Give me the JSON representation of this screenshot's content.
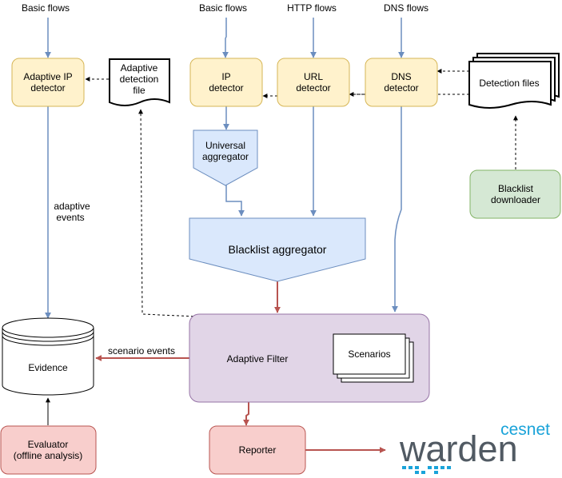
{
  "inputs": {
    "basic_flows_left": "Basic flows",
    "basic_flows": "Basic flows",
    "http_flows": "HTTP flows",
    "dns_flows": "DNS flows"
  },
  "nodes": {
    "adaptive_ip_detector": [
      "Adaptive IP",
      "detector"
    ],
    "adaptive_detection_file": [
      "Adaptive",
      "detection",
      "file"
    ],
    "ip_detector": [
      "IP",
      "detector"
    ],
    "url_detector": [
      "URL",
      "detector"
    ],
    "dns_detector": [
      "DNS",
      "detector"
    ],
    "detection_files": "Detection files",
    "universal_aggregator": [
      "Universal",
      "aggregator"
    ],
    "blacklist_downloader": [
      "Blacklist",
      "downloader"
    ],
    "blacklist_aggregator": "Blacklist aggregator",
    "evidence": "Evidence",
    "adaptive_filter": "Adaptive Filter",
    "scenarios": "Scenarios",
    "evaluator": [
      "Evaluator",
      "(offline analysis)"
    ],
    "reporter": "Reporter"
  },
  "edge_labels": {
    "adaptive_events": [
      "adaptive",
      "events"
    ],
    "scenario_events": "scenario events"
  },
  "logo": {
    "brand": "cesnet",
    "product": "warden"
  },
  "colors": {
    "detector_fill": "#fff2cc",
    "detector_stroke": "#d6b656",
    "aggregator_fill": "#dae8fc",
    "aggregator_stroke": "#6c8ebf",
    "downloader_fill": "#d5e8d4",
    "downloader_stroke": "#82b366",
    "filter_fill": "#e1d5e7",
    "filter_stroke": "#9673a6",
    "red_fill": "#f8cecc",
    "red_stroke": "#b85450",
    "blue_arrow": "#6c8ebf",
    "red_arrow": "#b85450",
    "logo_grey": "#515a63",
    "logo_blue": "#1aa3d9"
  }
}
